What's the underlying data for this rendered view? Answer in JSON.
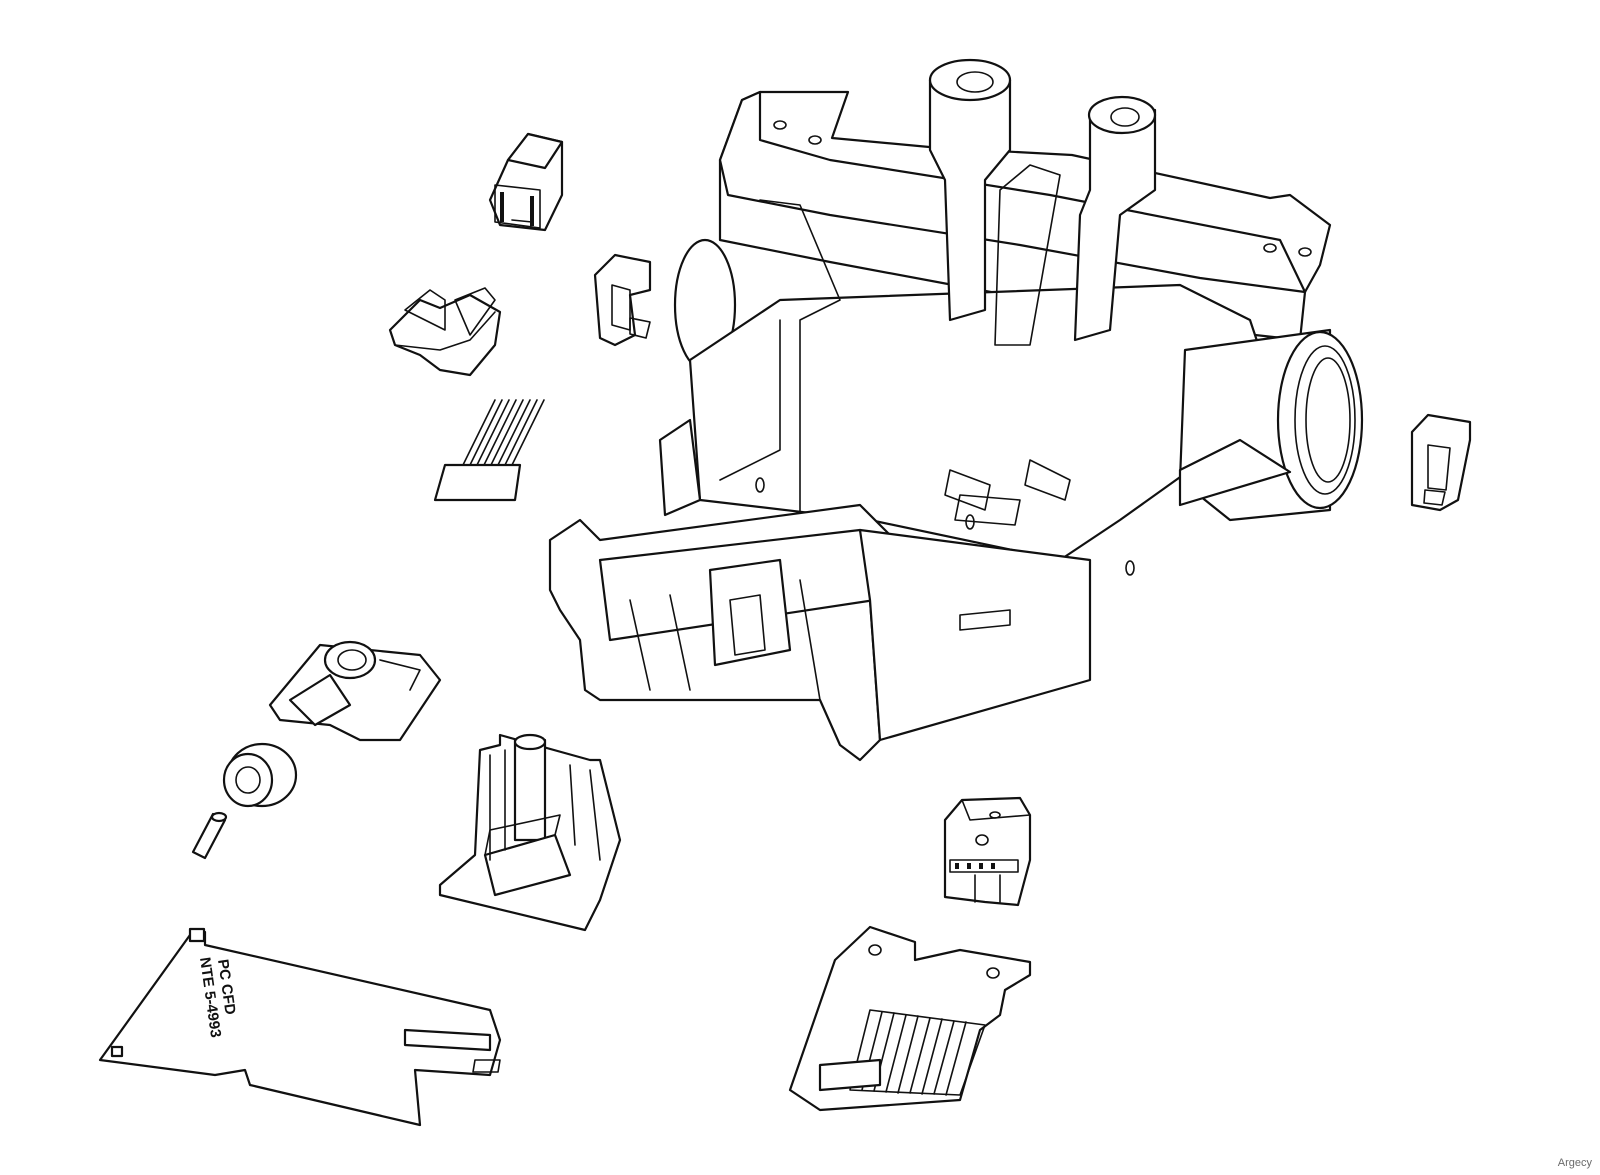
{
  "diagram": {
    "parts": [
      {
        "id": "carriage-frame"
      },
      {
        "id": "small-connector-block"
      },
      {
        "id": "flat-clip"
      },
      {
        "id": "c-clip-left"
      },
      {
        "id": "c-clip-right"
      },
      {
        "id": "ribbon-cable"
      },
      {
        "id": "encoder-sensor-holder"
      },
      {
        "id": "roller-bearing"
      },
      {
        "id": "pin"
      },
      {
        "id": "post-bracket"
      },
      {
        "id": "pc-board-plate"
      },
      {
        "id": "terminal-block"
      },
      {
        "id": "flex-cable-connector"
      }
    ],
    "pcb_text": [
      "PC CFD",
      "NTE 5-4993"
    ]
  },
  "watermark": "Argecy"
}
